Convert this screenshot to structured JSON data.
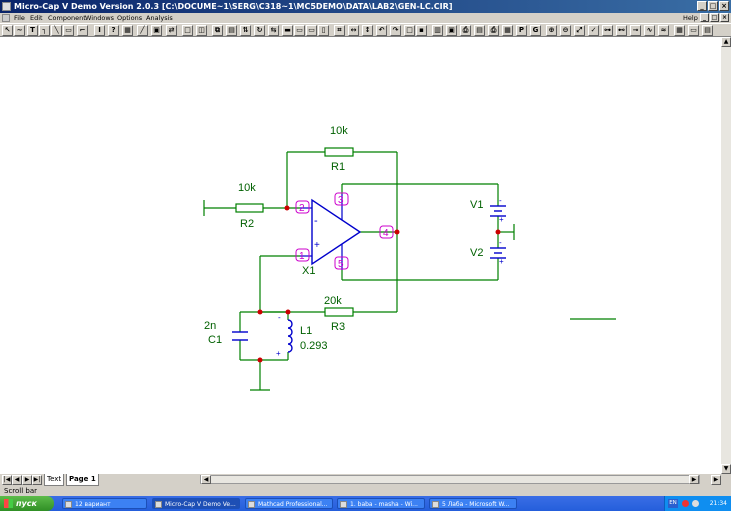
{
  "window": {
    "title": "Micro-Cap V Demo Version 2.0.3   [C:\\DOCUME~1\\SERG\\C318~1\\MC5DEMO\\DATA\\LAB2\\GEN-LC.CIR]"
  },
  "menu": {
    "items": [
      "File",
      "Edit",
      "Component",
      "Windows",
      "Options",
      "Analysis"
    ],
    "help": "Help"
  },
  "toolbar": {
    "letters": [
      "T",
      "I",
      "?",
      "P",
      "G"
    ]
  },
  "schematic": {
    "r1": {
      "name": "R1",
      "value": "10k"
    },
    "r2": {
      "name": "R2",
      "value": "10k"
    },
    "r3": {
      "name": "R3",
      "value": "20k"
    },
    "c1": {
      "name": "C1",
      "value": "2n"
    },
    "l1": {
      "name": "L1",
      "value": "0.293"
    },
    "x1": {
      "name": "X1"
    },
    "v1": {
      "name": "V1"
    },
    "v2": {
      "name": "V2"
    },
    "pins": [
      "2",
      "1",
      "3",
      "4",
      "5"
    ],
    "opamp_signs": {
      "minus": "-",
      "plus": "+"
    },
    "polarity": {
      "plus": "+",
      "minus": "-"
    }
  },
  "tabs": {
    "text": "Text",
    "page": "Page 1"
  },
  "status": {
    "text": "Scroll bar"
  },
  "taskbar": {
    "start": "пуск",
    "items": [
      "12 вариант",
      "Micro-Cap V Demo Ve...",
      "Mathcad Professional...",
      "1. baba - masha - Wi...",
      "5 Лаба - Microsoft W..."
    ],
    "lang": "EN",
    "clock": "21:34"
  }
}
